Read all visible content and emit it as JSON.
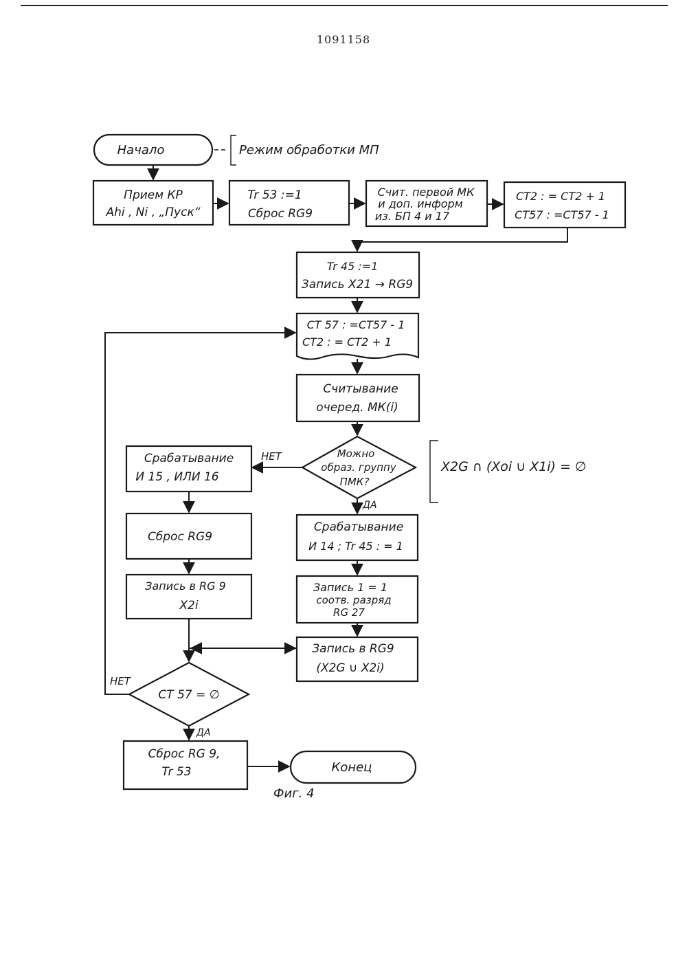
{
  "header": {
    "patent_number": "1091158"
  },
  "figure_caption": "Фиг. 4",
  "nodes": {
    "start": "Начало",
    "mode_note": "Режим обработки МП",
    "receive": [
      "Прием КР",
      "Ahi , Ni , „Пуск“"
    ],
    "tr53": [
      "Tr 53 :=1",
      "Сброс RG9"
    ],
    "read_first": [
      "Счит. первой МК",
      "и доп. информ",
      "из. БП 4 и 17"
    ],
    "ct_update1": [
      "CT2 : = CT2 + 1",
      "CT57 : =CT57 - 1"
    ],
    "tr45": [
      "Tr 45 :=1",
      "Запись X21 → RG9"
    ],
    "ct_update2": [
      "CT 57 : =CT57 - 1",
      "CT2 : = CT2 + 1"
    ],
    "read_next": [
      "Считывание",
      "очеред. МК(i)"
    ],
    "decision_group": [
      "Можно",
      "образ. группу",
      "ПМК?"
    ],
    "condition_note": "X2G ∩ (Xoi ∪ X1i) = ∅",
    "fire_and": [
      "Срабатывание",
      "И 14 ; Tr 45 : = 1"
    ],
    "write_bit": [
      "Запись 1 = 1",
      "соотв. разряд",
      "RG 27"
    ],
    "write_union": [
      "Запись в RG9",
      "(X2G ∪ X2i)"
    ],
    "fire_or": [
      "Срабатывание",
      "И 15 , ИЛИ 16"
    ],
    "reset_rg9": "Сброс RG9",
    "write_x2i": [
      "Запись в RG 9",
      "X2i"
    ],
    "decision_ct57": "CT 57 = ∅",
    "final_reset": [
      "Сброс RG 9,",
      "Tr 53"
    ],
    "end": "Конец"
  },
  "labels": {
    "no1": "НЕТ",
    "yes1": "ДА",
    "no2": "НЕТ",
    "yes2": "ДА"
  }
}
